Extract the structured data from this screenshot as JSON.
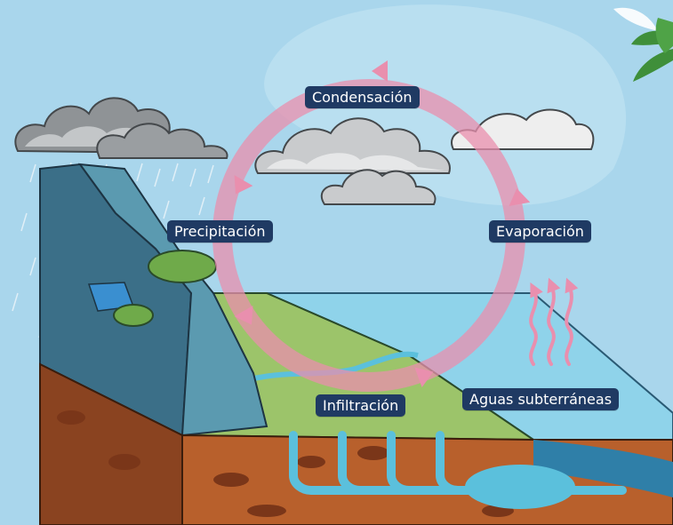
{
  "diagram": {
    "labels": {
      "condensacion": "Condensación",
      "precipitacion": "Precipitación",
      "evaporacion": "Evaporación",
      "infiltracion": "Infiltración",
      "aguas_subterraneas": "Aguas subterráneas"
    },
    "colors": {
      "sky": "#a9d6ec",
      "cycle_arrow": "#e98fae",
      "label_bg": "#1f3a63",
      "label_text": "#ffffff",
      "soil": "#b8602c",
      "grass": "#9cc46a",
      "water": "#5bc0dc",
      "rock": "#3b6f88",
      "cloud": "#b9bcbf"
    },
    "icons": [
      "cloud-icon",
      "rain-icon",
      "evaporation-icon",
      "palm-leaf-icon"
    ]
  }
}
